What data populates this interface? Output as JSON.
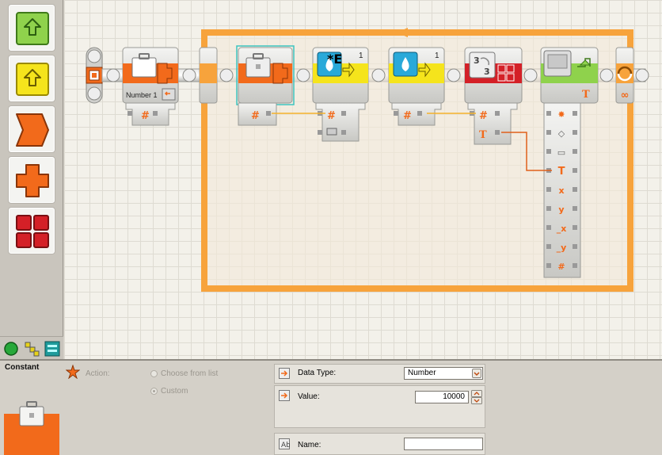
{
  "palette": {
    "buttons": [
      {
        "name": "common-palette",
        "icon": "green-up-arrow-icon"
      },
      {
        "name": "action-palette",
        "icon": "yellow-up-arrow-icon"
      },
      {
        "name": "sensor-palette",
        "icon": "orange-chevron-icon"
      },
      {
        "name": "flow-palette",
        "icon": "orange-cross-icon"
      },
      {
        "name": "advanced-palette",
        "icon": "red-grid-icon"
      }
    ],
    "tabs": [
      "common-tab",
      "complete-tab",
      "custom-tab"
    ]
  },
  "program": {
    "blocks": [
      {
        "id": "constant-1",
        "type": "constant",
        "label": "Number 1"
      },
      {
        "id": "variable-1",
        "type": "variable",
        "selected": true
      },
      {
        "id": "math-1",
        "type": "math",
        "badge": "1",
        "overlay": "*E"
      },
      {
        "id": "math-2",
        "type": "math",
        "badge": "1"
      },
      {
        "id": "convert-1",
        "type": "number-to-text",
        "glyph": "3"
      },
      {
        "id": "display-1",
        "type": "display"
      }
    ],
    "loop": {
      "type": "loop",
      "symbol": "∞"
    },
    "display_plugs": [
      "action",
      "clear",
      "file",
      "text",
      "x",
      "y",
      "x2",
      "y2",
      "number"
    ]
  },
  "config": {
    "title": "Constant",
    "action_label": "Action:",
    "option_choose": "Choose from list",
    "option_custom": "Custom",
    "data_type_label": "Data Type:",
    "data_type_value": "Number",
    "value_label": "Value:",
    "value_value": "10000",
    "name_label": "Name:",
    "name_value": ""
  },
  "colors": {
    "orange": "#f26a1b",
    "yellow": "#f5e41c",
    "green": "#8fd24c",
    "red": "#d42027",
    "blue": "#29a9d9",
    "loop": "#f7a33c",
    "select": "#3cc4c0"
  }
}
